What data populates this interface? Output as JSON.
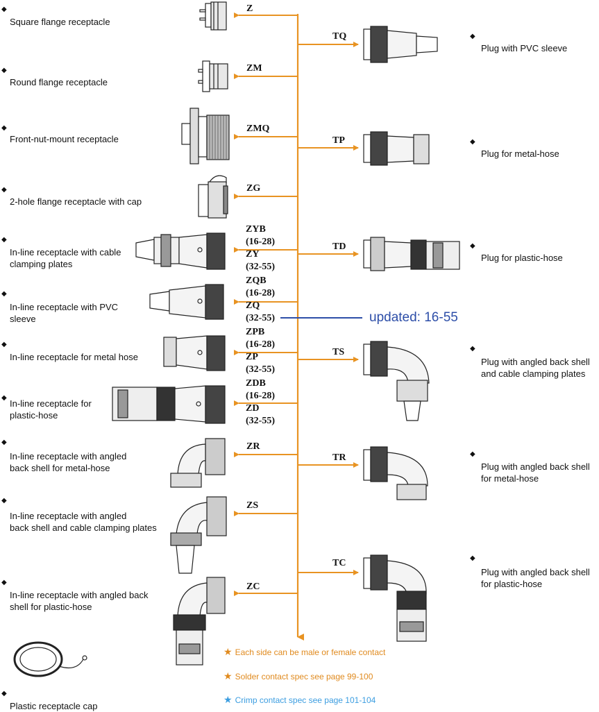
{
  "colors": {
    "trunk": "#e89322",
    "note": "#e08a1e",
    "blue_note": "#3b9de0",
    "update_line": "#2d4ea8"
  },
  "left_items": [
    {
      "label": "Square flange receptacle",
      "code": "Z"
    },
    {
      "label": "Round flange receptacle",
      "code": "ZM"
    },
    {
      "label": "Front-nut-mount receptacle",
      "code": "ZMQ"
    },
    {
      "label": "2-hole flange receptacle with cap",
      "code": "ZG"
    },
    {
      "label_lines": [
        "In-line receptacle with cable",
        "clamping plates"
      ],
      "codes": [
        "ZYB",
        "(16-28)",
        "ZY",
        "(32-55)"
      ]
    },
    {
      "label_lines": [
        "In-line receptacle with PVC",
        "sleeve"
      ],
      "codes": [
        "ZQB",
        "(16-28)",
        "ZQ",
        "(32-55)"
      ]
    },
    {
      "label": "In-line receptacle for metal hose",
      "codes": [
        "ZPB",
        "(16-28)",
        "ZP",
        "(32-55)"
      ]
    },
    {
      "label_lines": [
        "In-line receptacle for",
        "plastic-hose"
      ],
      "codes": [
        "ZDB",
        "(16-28)",
        "ZD",
        "(32-55)"
      ]
    },
    {
      "label_lines": [
        "In-line receptacle with angled",
        "back shell for metal-hose"
      ],
      "code": "ZR"
    },
    {
      "label_lines": [
        "In-line receptacle with angled",
        "back shell and cable clamping plates"
      ],
      "code": "ZS"
    },
    {
      "label_lines": [
        "In-line receptacle with angled back",
        "shell for plastic-hose"
      ],
      "code": "ZC"
    },
    {
      "label": "Plastic receptacle cap"
    }
  ],
  "right_items": [
    {
      "label": "Plug with PVC sleeve",
      "code": "TQ"
    },
    {
      "label": "Plug for metal-hose",
      "code": "TP"
    },
    {
      "label": "Plug for plastic-hose",
      "code": "TD"
    },
    {
      "label_lines": [
        "Plug with angled back shell",
        "and cable clamping plates"
      ],
      "code": "TS"
    },
    {
      "label_lines": [
        "Plug with angled back shell",
        "for metal-hose"
      ],
      "code": "TR"
    },
    {
      "label_lines": [
        "Plug with angled back shell",
        "for plastic-hose"
      ],
      "code": "TC"
    }
  ],
  "bullet_glyph": "◆",
  "update_annotation": "updated: 16-55",
  "notes": [
    {
      "star": "★",
      "text": "Each side can be male or female contact"
    },
    {
      "star": "★",
      "text": "Solder contact spec see page 99-100"
    },
    {
      "star": "★",
      "text": "Crimp contact spec see page 101-104"
    }
  ]
}
